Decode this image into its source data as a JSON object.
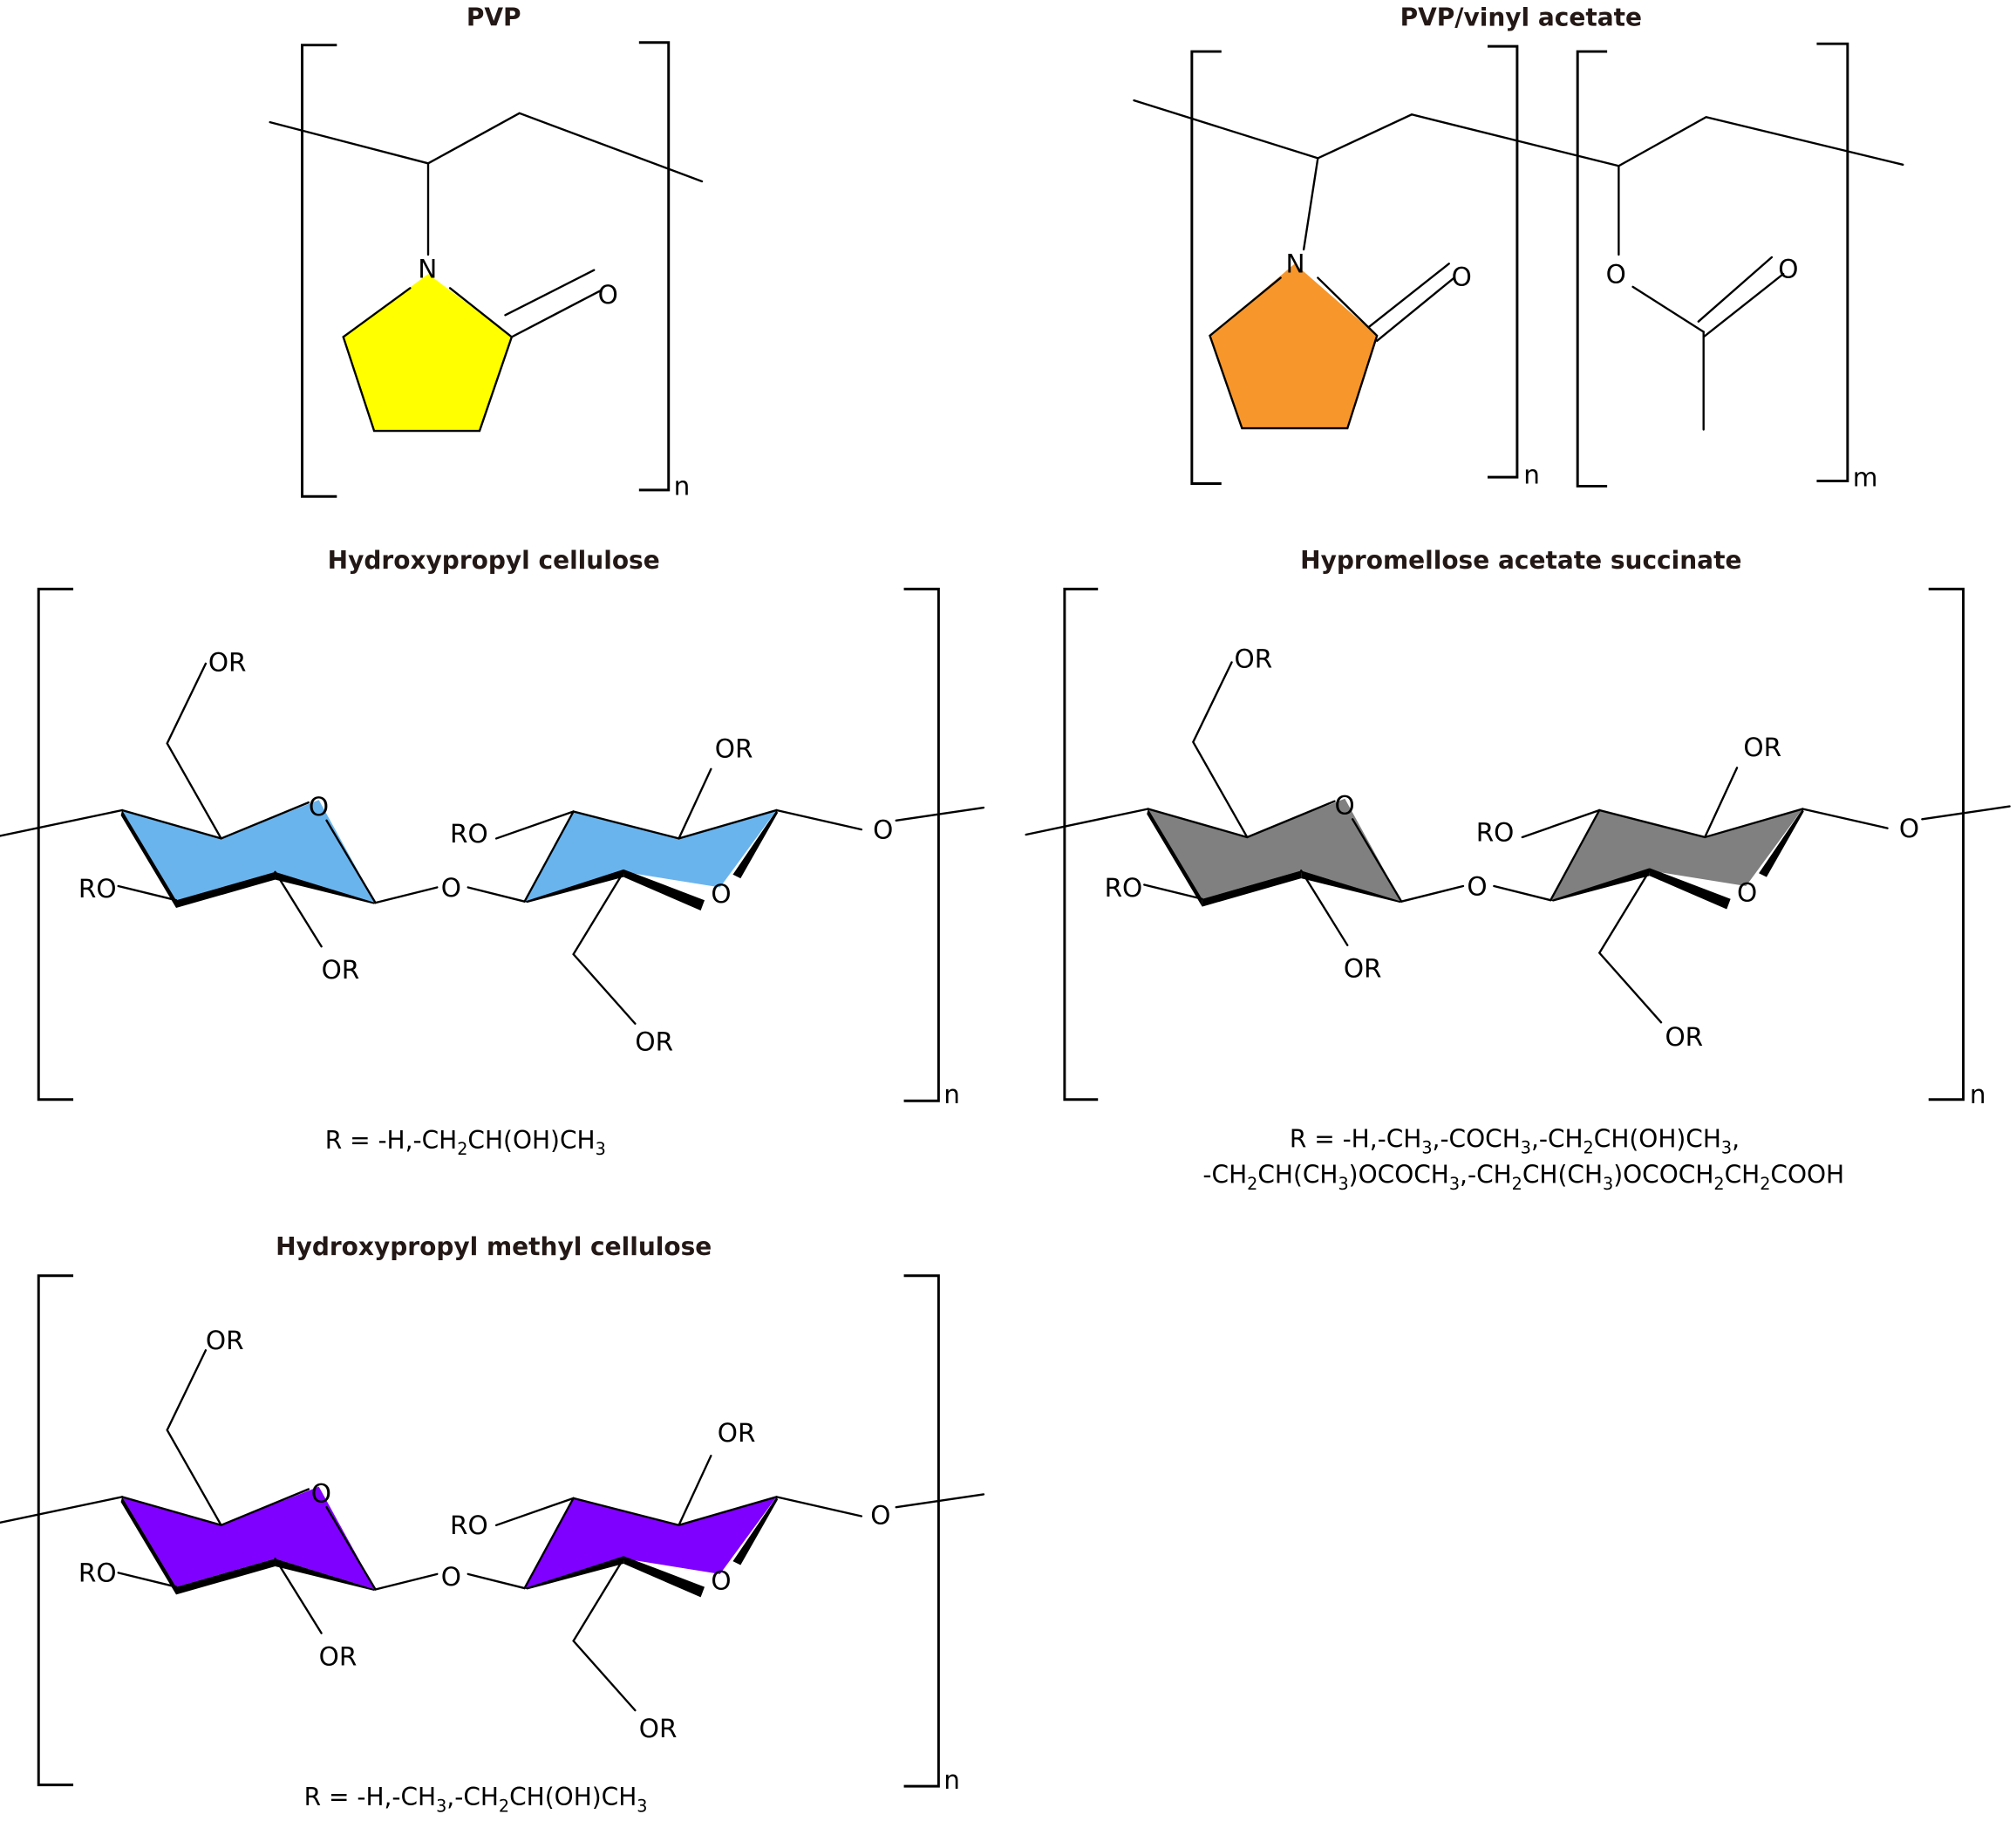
{
  "figure": {
    "panels": [
      {
        "id": "pvp",
        "title": "PVP",
        "ring_color": "#FFFF00",
        "atoms": {
          "n": "N",
          "o": "O"
        },
        "repeat_index": "n"
      },
      {
        "id": "pvp-va",
        "title": "PVP/vinyl acetate",
        "ring_color": "#F7962B",
        "atoms": {
          "n": "N",
          "o1": "O",
          "o2": "O",
          "o3": "O"
        },
        "repeat_index_1": "n",
        "repeat_index_2": "m"
      },
      {
        "id": "hpc",
        "title": "Hydroxypropyl cellulose",
        "ring_color": "#6AB4EE",
        "repeat_index": "n",
        "r_definition": [
          "R = -H,-CH",
          "2",
          "CH(OH)CH",
          "3"
        ]
      },
      {
        "id": "hpmcas",
        "title": "Hypromellose acetate succinate",
        "ring_color": "#808080",
        "repeat_index": "n",
        "r_definition_line1": [
          "R = -H,-CH",
          "3",
          ",-COCH",
          "3",
          ",-CH",
          "2",
          "CH(OH)CH",
          "3",
          ","
        ],
        "r_definition_line2": [
          "-CH",
          "2",
          "CH(CH",
          "3",
          ")OCOCH",
          "3",
          ",-CH",
          "2",
          "CH(CH",
          "3",
          ")OCOCH",
          "2",
          "CH",
          "2",
          "COOH"
        ]
      },
      {
        "id": "hpmc",
        "title": "Hydroxypropyl methyl cellulose",
        "ring_color": "#7F00FF",
        "repeat_index": "n",
        "r_definition": [
          "R = -H,-CH",
          "3",
          ",-CH",
          "2",
          "CH(OH)CH",
          "3"
        ]
      }
    ],
    "cellulose_labels": {
      "or": "OR",
      "ro": "RO",
      "ring_o": "O",
      "link_o": "O"
    }
  }
}
